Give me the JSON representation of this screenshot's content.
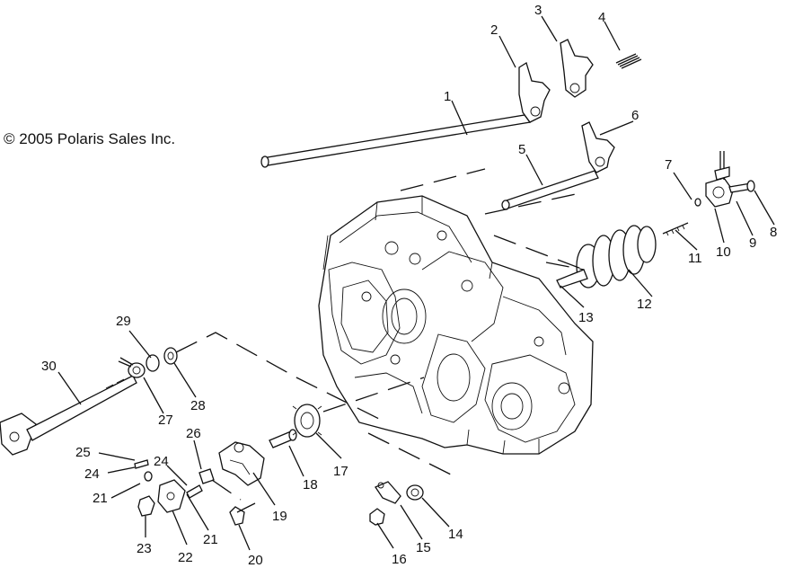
{
  "copyright": "© 2005 Polaris Sales Inc.",
  "callouts": [
    {
      "id": "c1",
      "text": "1"
    },
    {
      "id": "c2",
      "text": "2"
    },
    {
      "id": "c3",
      "text": "3"
    },
    {
      "id": "c4",
      "text": "4"
    },
    {
      "id": "c5",
      "text": "5"
    },
    {
      "id": "c6",
      "text": "6"
    },
    {
      "id": "c7",
      "text": "7"
    },
    {
      "id": "c8",
      "text": "8"
    },
    {
      "id": "c9",
      "text": "9"
    },
    {
      "id": "c10",
      "text": "10"
    },
    {
      "id": "c11",
      "text": "11"
    },
    {
      "id": "c12",
      "text": "12"
    },
    {
      "id": "c13",
      "text": "13"
    },
    {
      "id": "c14",
      "text": "14"
    },
    {
      "id": "c15",
      "text": "15"
    },
    {
      "id": "c16",
      "text": "16"
    },
    {
      "id": "c17",
      "text": "17"
    },
    {
      "id": "c18",
      "text": "18"
    },
    {
      "id": "c19",
      "text": "19"
    },
    {
      "id": "c20",
      "text": "20"
    },
    {
      "id": "c21a",
      "text": "21"
    },
    {
      "id": "c21b",
      "text": "21"
    },
    {
      "id": "c22",
      "text": "22"
    },
    {
      "id": "c23",
      "text": "23"
    },
    {
      "id": "c24a",
      "text": "24"
    },
    {
      "id": "c24b",
      "text": "24"
    },
    {
      "id": "c25",
      "text": "25"
    },
    {
      "id": "c26",
      "text": "26"
    },
    {
      "id": "c27",
      "text": "27"
    },
    {
      "id": "c28",
      "text": "28"
    },
    {
      "id": "c29",
      "text": "29"
    },
    {
      "id": "c30",
      "text": "30"
    }
  ]
}
